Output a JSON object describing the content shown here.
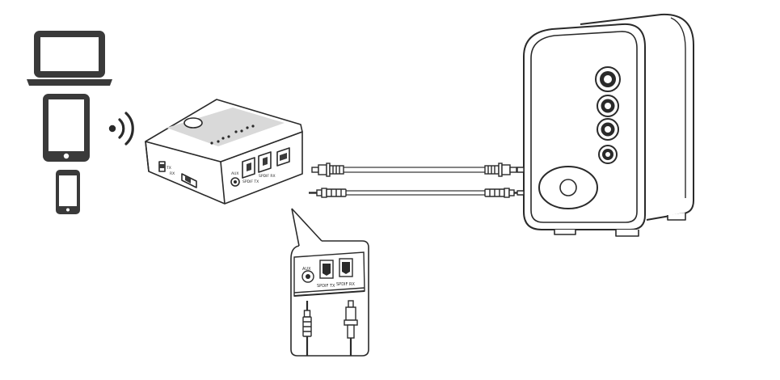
{
  "devices": {
    "laptop_icon": "laptop-icon",
    "tablet_icon": "tablet-icon",
    "phone_icon": "smartphone-icon",
    "wireless_icon": "wireless-signal-icon"
  },
  "transceiver": {
    "label_tx": "TX",
    "label_rx": "RX",
    "label_aux": "AUX",
    "label_spdif_tx": "SPDIF TX",
    "label_spdif_rx": "SPDIF RX"
  },
  "detail": {
    "label_aux": "AUX",
    "label_spdif_tx": "SPDIF TX",
    "label_spdif_rx": "SPDIF RX"
  },
  "cables": {
    "optical_icon": "optical-cable-icon",
    "aux_icon": "aux-cable-icon"
  },
  "speaker": {
    "icon": "speaker-icon"
  },
  "colors": {
    "line": "#2a2a2a",
    "light_line": "#6a6a6a",
    "fill": "#ffffff",
    "shade": "#d9d9d9"
  }
}
